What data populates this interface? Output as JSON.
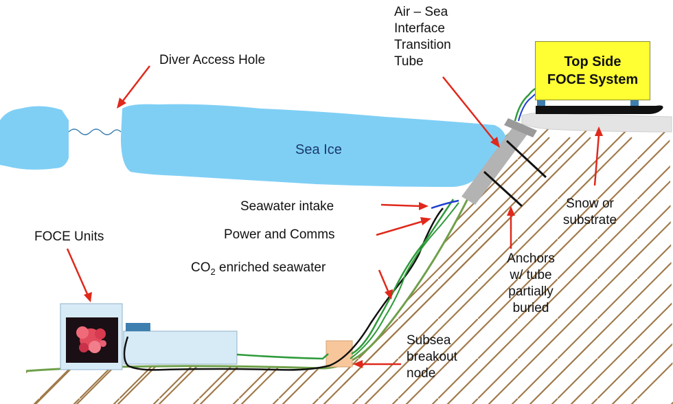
{
  "labels": {
    "diver_access_hole": "Diver Access Hole",
    "air_sea_tube": [
      "Air – Sea",
      "Interface",
      "Transition",
      "Tube"
    ],
    "top_side": [
      "Top Side",
      "FOCE System"
    ],
    "sea_ice": "Sea Ice",
    "seawater_intake": "Seawater intake",
    "power_comms": "Power and Comms",
    "co2_prefix": "CO",
    "co2_sub": "2",
    "co2_suffix": " enriched seawater",
    "foce_units": "FOCE Units",
    "snow_substrate": [
      "Snow or",
      "substrate"
    ],
    "anchors": [
      "Anchors",
      "w/ tube",
      "partially",
      "buried"
    ],
    "subsea_node": [
      "Subsea",
      "breakout",
      "node"
    ]
  },
  "colors": {
    "sea_ice": "#7fcff5",
    "seafloor_line": "#6fa04a",
    "hatch": "#a0794a",
    "arrow": "#e0281b",
    "cable_green": "#2e9b3a",
    "cable_black": "#111111",
    "intake_blue": "#1f3fd0",
    "topside_yellow": "#ffff33",
    "node": "#f7c79b",
    "foce_tank": "#d7ebf7",
    "tube_gray": "#b3b3b3"
  }
}
